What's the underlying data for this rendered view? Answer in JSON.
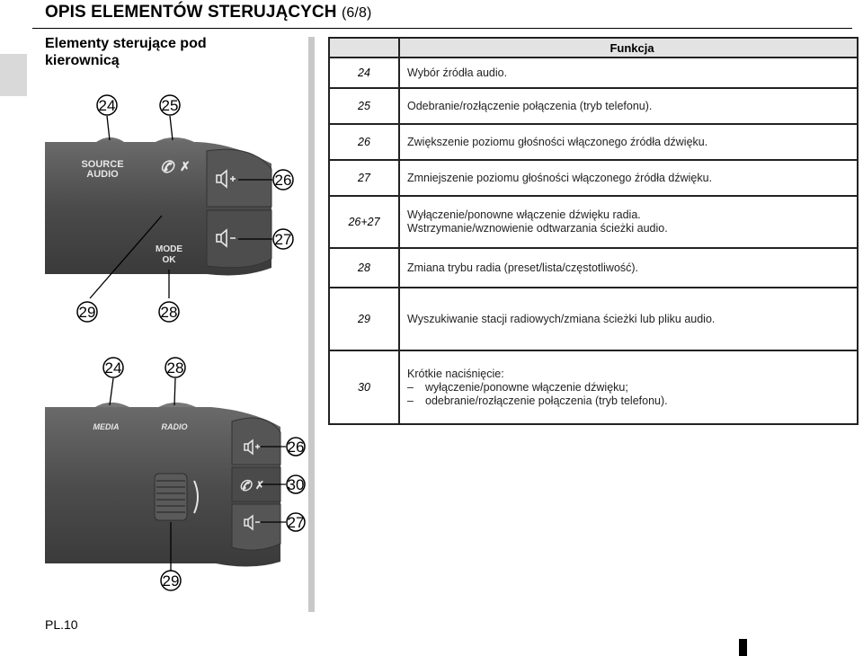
{
  "header": {
    "title": "OPIS ELEMENTÓW STERUJĄCYCH",
    "subtitle": "(6/8)"
  },
  "section": {
    "title": "Elementy sterujące pod kierownicą"
  },
  "figure_top": {
    "labels": {
      "source_audio_1": "SOURCE",
      "source_audio_2": "AUDIO",
      "mode_1": "MODE",
      "mode_2": "OK"
    },
    "callouts": [
      "24",
      "25",
      "26",
      "27",
      "29",
      "28"
    ]
  },
  "figure_bottom": {
    "labels": {
      "media": "MEDIA",
      "radio": "RADIO"
    },
    "callouts": [
      "24",
      "28",
      "26",
      "30",
      "27",
      "29"
    ]
  },
  "table": {
    "header": "Funkcja",
    "rows": [
      {
        "num": "24",
        "lines": [
          "Wybór źródła audio."
        ]
      },
      {
        "num": "25",
        "lines": [
          "Odebranie/rozłączenie połączenia (tryb telefonu)."
        ]
      },
      {
        "num": "26",
        "lines": [
          "Zwiększenie poziomu głośności włączonego źródła dźwięku."
        ]
      },
      {
        "num": "27",
        "lines": [
          "Zmniejszenie poziomu głośności włączonego źródła dźwięku."
        ]
      },
      {
        "num": "26+27",
        "lines": [
          "Wyłączenie/ponowne włączenie dźwięku radia.",
          "Wstrzymanie/wznowienie odtwarzania ścieżki audio."
        ]
      },
      {
        "num": "28",
        "lines": [
          "Zmiana trybu radia (preset/lista/częstotliwość)."
        ]
      },
      {
        "num": "29",
        "lines": [
          "Wyszukiwanie stacji radiowych/zmiana ścieżki lub pliku audio."
        ]
      },
      {
        "num": "30",
        "lines": [
          "Krótkie naciśnięcie:"
        ],
        "bullets": [
          "wyłączenie/ponowne włączenie dźwięku;",
          "odebranie/rozłączenie połączenia (tryb telefonu)."
        ]
      }
    ]
  },
  "footer": {
    "page": "PL.10"
  },
  "colors": {
    "control_body": "#4a4a4a",
    "control_dark": "#2e2e2e",
    "header_fill": "#e3e3e3",
    "side_tab": "#d9d9d9"
  }
}
